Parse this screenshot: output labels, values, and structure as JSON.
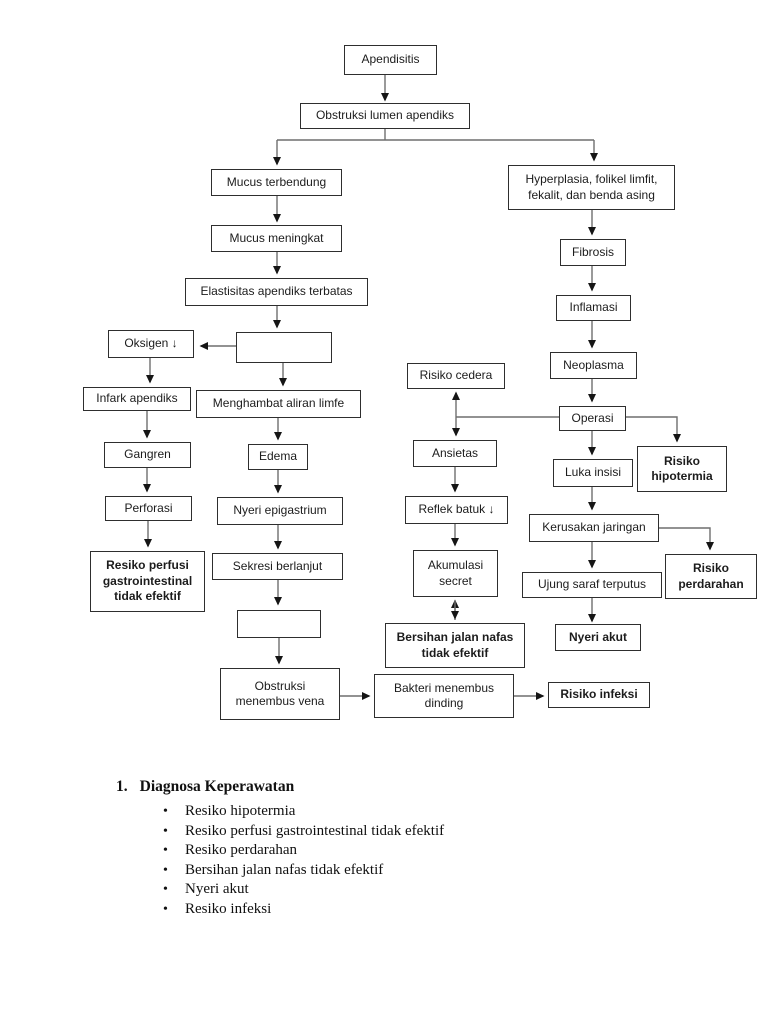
{
  "diagram": {
    "title": "Apendisitis pathway flowchart",
    "nodes": [
      {
        "id": "apendisitis",
        "label": "Apendisitis"
      },
      {
        "id": "obstruksi-lumen",
        "label": "Obstruksi lumen apendiks"
      },
      {
        "id": "mucus-terbendung",
        "label": "Mucus terbendung"
      },
      {
        "id": "hyperplasia",
        "label": "Hyperplasia, folikel limfit, fekalit, dan benda asing"
      },
      {
        "id": "mucus-meningkat",
        "label": "Mucus meningkat"
      },
      {
        "id": "elastisitas",
        "label": "Elastisitas apendiks terbatas"
      },
      {
        "id": "fibrosis",
        "label": "Fibrosis"
      },
      {
        "id": "inflamasi",
        "label": "Inflamasi"
      },
      {
        "id": "empty-box-1",
        "label": ""
      },
      {
        "id": "oksigen",
        "label": "Oksigen  ↓"
      },
      {
        "id": "neoplasma",
        "label": "Neoplasma"
      },
      {
        "id": "infark-apendiks",
        "label": "Infark apendiks"
      },
      {
        "id": "menghambat-limfe",
        "label": "Menghambat aliran limfe"
      },
      {
        "id": "risiko-cedera",
        "label": "Risiko cedera"
      },
      {
        "id": "operasi",
        "label": "Operasi"
      },
      {
        "id": "gangren",
        "label": "Gangren"
      },
      {
        "id": "edema",
        "label": "Edema"
      },
      {
        "id": "ansietas",
        "label": "Ansietas"
      },
      {
        "id": "luka-insisi",
        "label": "Luka insisi"
      },
      {
        "id": "risiko-hipotermia",
        "label": "Risiko hipotermia"
      },
      {
        "id": "perforasi",
        "label": "Perforasi"
      },
      {
        "id": "nyeri-epigastrium",
        "label": "Nyeri epigastrium"
      },
      {
        "id": "reflek-batuk",
        "label": "Reflek batuk ↓"
      },
      {
        "id": "kerusakan-jaringan",
        "label": "Kerusakan jaringan"
      },
      {
        "id": "resiko-perfusi",
        "label": "Resiko perfusi gastrointestinal tidak efektif"
      },
      {
        "id": "sekresi-berlanjut",
        "label": "Sekresi berlanjut"
      },
      {
        "id": "akumulasi-secret",
        "label": "Akumulasi secret"
      },
      {
        "id": "risiko-perdarahan",
        "label": "Risiko perdarahan"
      },
      {
        "id": "ujung-saraf",
        "label": "Ujung saraf terputus"
      },
      {
        "id": "empty-box-2",
        "label": ""
      },
      {
        "id": "nyeri-akut",
        "label": "Nyeri akut"
      },
      {
        "id": "bersihan-jalan-nafas",
        "label": "Bersihan jalan nafas tidak efektif"
      },
      {
        "id": "obstruksi-vena",
        "label": "Obstruksi menembus vena"
      },
      {
        "id": "bakteri-dinding",
        "label": "Bakteri menembus dinding"
      },
      {
        "id": "risiko-infeksi",
        "label": "Risiko infeksi"
      }
    ]
  },
  "notes": {
    "heading_number": "1.",
    "heading": "Diagnosa Keperawatan",
    "bullet": "•",
    "items": [
      "Resiko hipotermia",
      "Resiko perfusi gastrointestinal tidak efektif",
      "Resiko perdarahan",
      "Bersihan jalan nafas tidak efektif",
      "Nyeri akut",
      "Resiko infeksi"
    ]
  },
  "colors": {
    "background": "#ffffff",
    "box_border": "#2e2e2e",
    "connector_line": "#6e6e6e",
    "arrowhead": "#151515",
    "text": "#1c1c1c"
  }
}
